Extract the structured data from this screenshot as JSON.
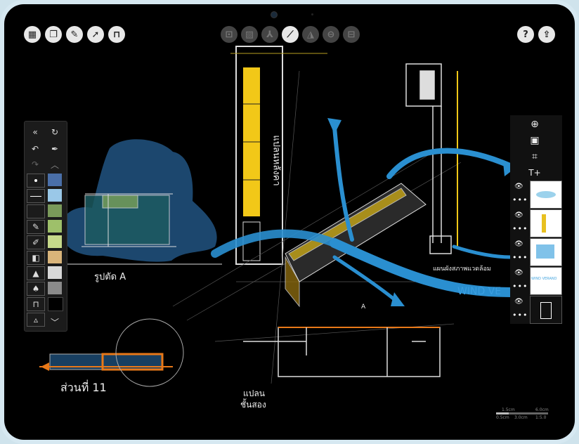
{
  "toolbar_left": [
    {
      "name": "grid-icon",
      "glyph": "▦"
    },
    {
      "name": "layers-stack-icon",
      "glyph": "❐"
    },
    {
      "name": "wrench-icon",
      "glyph": "✎"
    },
    {
      "name": "cursor-icon",
      "glyph": "➚"
    },
    {
      "name": "gallery-icon",
      "glyph": "⊓"
    }
  ],
  "toolbar_center": [
    {
      "name": "transform-icon",
      "glyph": "⊡"
    },
    {
      "name": "hatch-icon",
      "glyph": "▨"
    },
    {
      "name": "angle-icon",
      "glyph": "⅄"
    },
    {
      "name": "ruler-icon",
      "glyph": "⟋"
    },
    {
      "name": "triangle-icon",
      "glyph": "◮"
    },
    {
      "name": "circle-minus-icon",
      "glyph": "⊖"
    },
    {
      "name": "stamp-icon",
      "glyph": "⊟"
    }
  ],
  "toolbar_right": [
    {
      "name": "help-icon",
      "glyph": "?"
    },
    {
      "name": "share-icon",
      "glyph": "⇪"
    }
  ],
  "palette": {
    "collapse_glyph": "«",
    "refresh_glyph": "↻",
    "undo_glyph": "↶",
    "redo_glyph": "↷",
    "eyedropper_glyph": "✒",
    "scroll_up_glyph": "︿",
    "scroll_down_glyph": "﹀",
    "swatches": [
      "#4a6fa8",
      "#9ac8e8",
      "#7a9a5a",
      "#9ec06a",
      "#c6d98a",
      "#d9b47a",
      "#d8d8d8",
      "#8a8a8a",
      "#000000"
    ]
  },
  "right_panel": {
    "icons": [
      {
        "name": "new-page-icon",
        "glyph": "⊕"
      },
      {
        "name": "image-add-icon",
        "glyph": "▣"
      },
      {
        "name": "crop-icon",
        "glyph": "⌗"
      },
      {
        "name": "text-add-icon",
        "glyph": "T+"
      }
    ],
    "layers": [
      {
        "bg": "#ffffff",
        "accent": "#5ab4e0"
      },
      {
        "bg": "#ffffff",
        "accent": "#e8c020"
      },
      {
        "bg": "#ffffff",
        "accent": "#4aa8e0"
      },
      {
        "bg": "#ffffff",
        "accent": "#4aa8e0",
        "label": "WIND VERAND"
      },
      {
        "bg": "#111111",
        "accent": "#ffffff"
      }
    ]
  },
  "annotations": {
    "section_a": "รูปตัด A",
    "plan_vertical": "แปลนหลังคา",
    "wind_label": "WIND VE",
    "part_label": "ส่วนที่ 11",
    "plan_floor_1": "แปลน",
    "plan_floor_2": "ชั้นสอง",
    "env_label": "แผนผังสภาพแวดล้อม",
    "marker_a": "A"
  },
  "scale_bar": {
    "labels_top": [
      "1.5cm",
      "6.0cm"
    ],
    "labels_bottom": [
      "0.5cm",
      "3.0cm",
      "1:5.0"
    ]
  },
  "colors": {
    "accent_blue": "#2a8fd0",
    "yellow": "#f2c818",
    "orange": "#e87818"
  }
}
